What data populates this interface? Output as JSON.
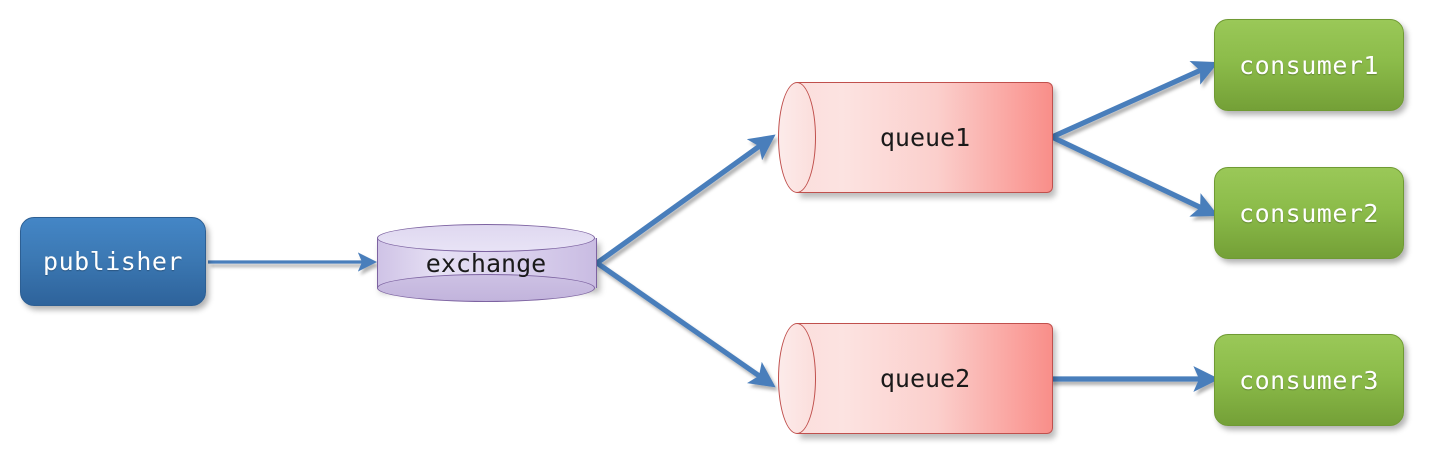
{
  "diagram": {
    "title": "publish-subscribe message flow",
    "background": "#ffffff",
    "colors": {
      "publisher_fill": "#3C79B4",
      "exchange_fill": "#DCD3EF",
      "exchange_border": "#7D63A1",
      "queue_fill_light": "#FBDEDD",
      "queue_fill_dark": "#F98E89",
      "queue_border": "#C0504D",
      "consumer_fill": "#8CBC4A",
      "arrow_color": "#4A7EBB"
    },
    "nodes": {
      "publisher": {
        "label": "publisher",
        "shape": "rounded-rect"
      },
      "exchange": {
        "label": "exchange",
        "shape": "cylinder-vertical"
      },
      "queue1": {
        "label": "queue1",
        "shape": "cylinder-horizontal"
      },
      "queue2": {
        "label": "queue2",
        "shape": "cylinder-horizontal"
      },
      "consumer1": {
        "label": "consumer1",
        "shape": "rounded-rect"
      },
      "consumer2": {
        "label": "consumer2",
        "shape": "rounded-rect"
      },
      "consumer3": {
        "label": "consumer3",
        "shape": "rounded-rect"
      }
    },
    "edges": [
      {
        "from": "publisher",
        "to": "exchange",
        "style": "thin-arrow"
      },
      {
        "from": "exchange",
        "to": "queue1",
        "style": "thick-arrow"
      },
      {
        "from": "exchange",
        "to": "queue2",
        "style": "thick-arrow"
      },
      {
        "from": "queue1",
        "to": "consumer1",
        "style": "thick-arrow"
      },
      {
        "from": "queue1",
        "to": "consumer2",
        "style": "thick-arrow"
      },
      {
        "from": "queue2",
        "to": "consumer3",
        "style": "thick-arrow"
      }
    ]
  }
}
